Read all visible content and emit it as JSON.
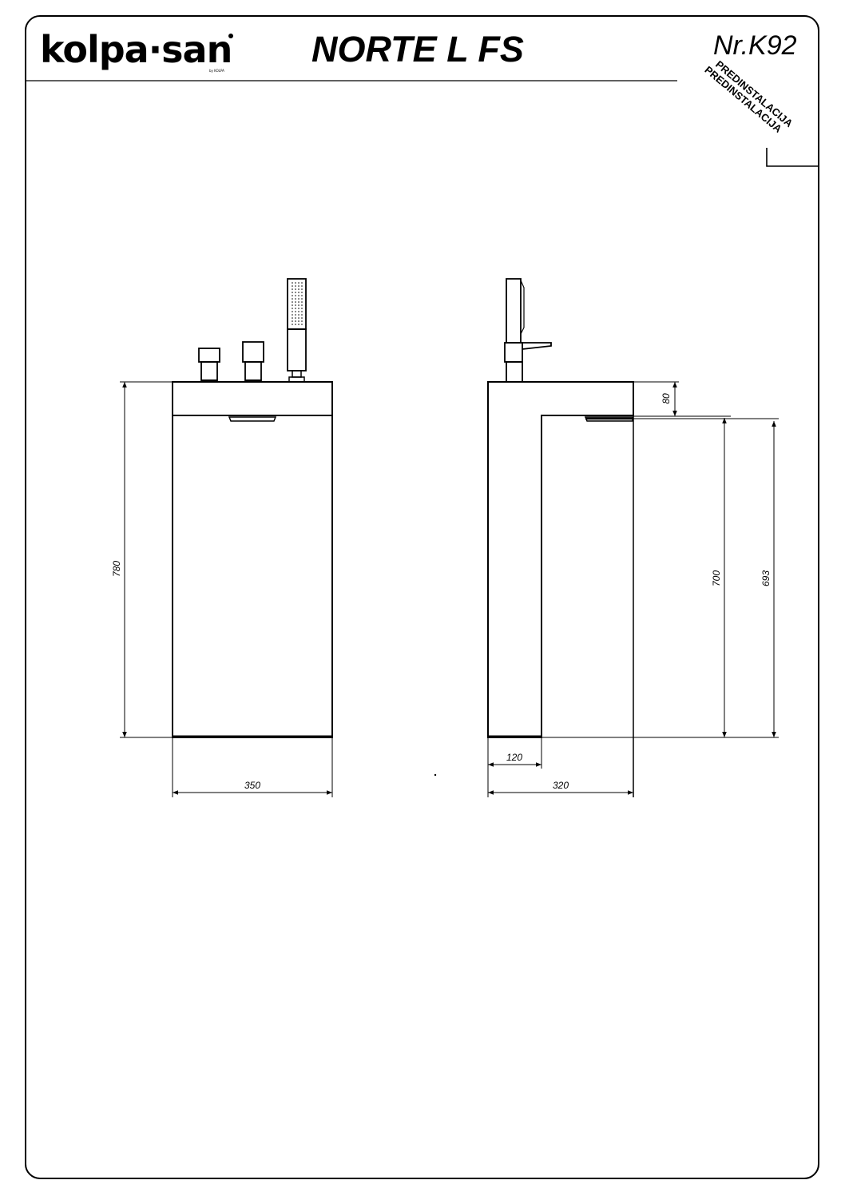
{
  "header": {
    "brand": "kolpa·san",
    "brand_sub": "by KOLPA",
    "title": "NORTE L FS",
    "model_number": "Nr.K92"
  },
  "stamp": {
    "line1": "PREDINSTALACIJA",
    "line2": "PREDINSTALACIJA"
  },
  "dimensions": {
    "front_height": "780",
    "front_width": "350",
    "side_top": "80",
    "side_height_700": "700",
    "side_height_693": "693",
    "side_base": "120",
    "side_depth": "320"
  }
}
